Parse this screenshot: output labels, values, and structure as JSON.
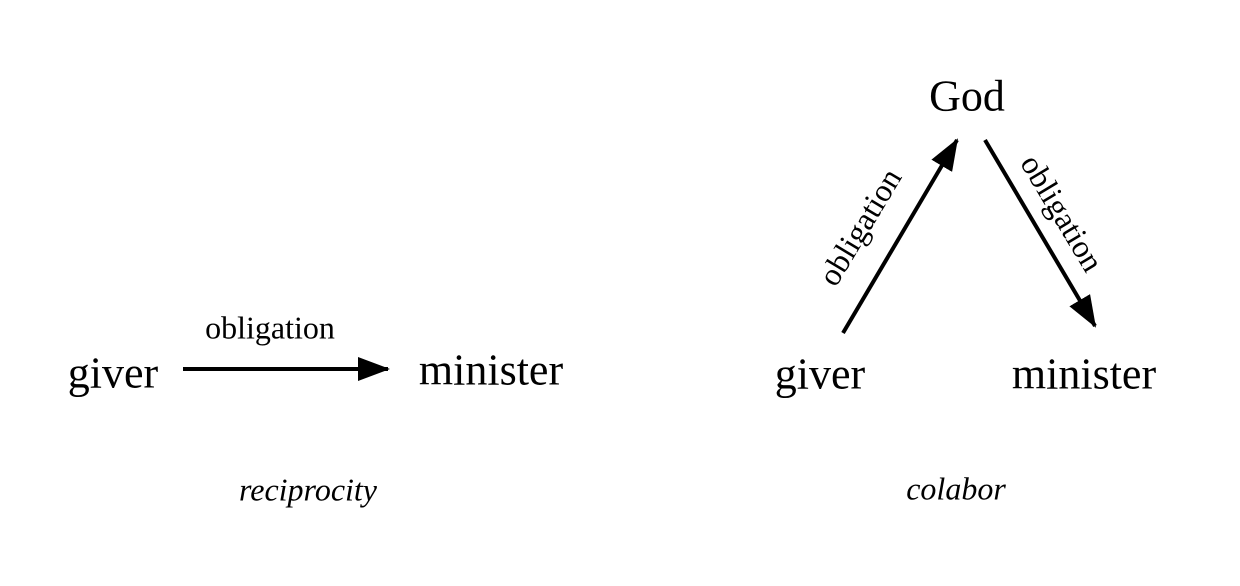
{
  "canvas": {
    "background_color": "#ffffff",
    "ink_color": "#000000"
  },
  "left_diagram": {
    "giver": "giver",
    "minister": "minister",
    "arrow_label": "obligation",
    "caption": "reciprocity"
  },
  "right_diagram": {
    "god": "God",
    "giver": "giver",
    "minister": "minister",
    "left_arrow_label": "obligation",
    "right_arrow_label": "obligation",
    "caption": "colabor"
  }
}
